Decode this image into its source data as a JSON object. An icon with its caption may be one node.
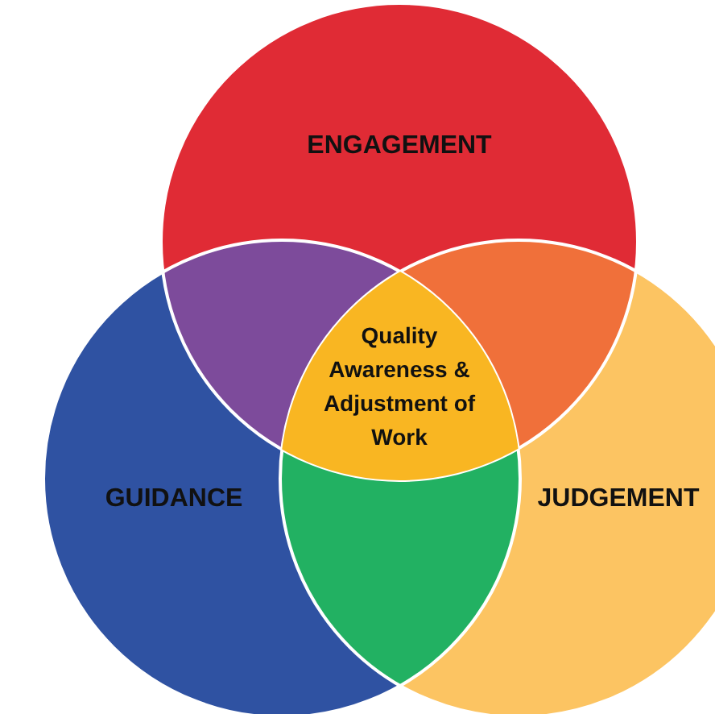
{
  "diagram": {
    "nodes": [
      {
        "text": [
          "ENGAGEMENT"
        ]
      },
      {
        "text": [
          "GUIDANCE"
        ]
      },
      {
        "text": [
          "JUDGEMENT"
        ]
      },
      {
        "text": [
          "Quality Awareness & Adjustment of Work"
        ]
      },
      {
        "text": [],
        "shape": "lens"
      },
      {
        "text": [],
        "shape": "lens"
      },
      {
        "text": [],
        "shape": "lens"
      }
    ]
  }
}
